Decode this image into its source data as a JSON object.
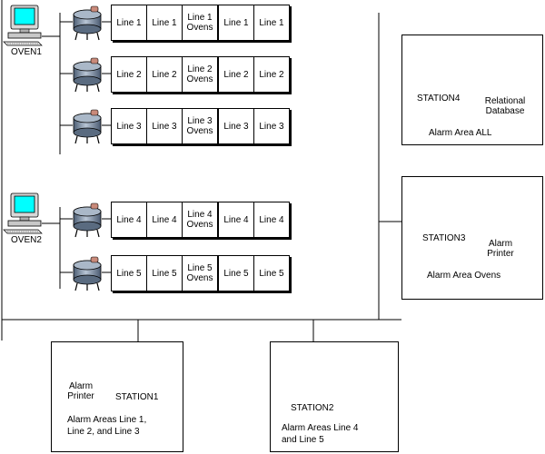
{
  "nodes": {
    "oven1": "OVEN1",
    "oven2": "OVEN2",
    "station4": "STATION4",
    "station3": "STATION3",
    "station1": "STATION1",
    "station2": "STATION2",
    "database": [
      "Relational",
      "Database"
    ],
    "printer": [
      "Alarm",
      "Printer"
    ]
  },
  "lines": [
    {
      "labels": [
        "Line 1",
        "Line 1",
        "Line 1 Ovens",
        "Line 1",
        "Line 1"
      ]
    },
    {
      "labels": [
        "Line 2",
        "Line 2",
        "Line 2 Ovens",
        "Line 2",
        "Line 2"
      ]
    },
    {
      "labels": [
        "Line 3",
        "Line 3",
        "Line 3 Ovens",
        "Line 3",
        "Line 3"
      ]
    },
    {
      "labels": [
        "Line 4",
        "Line 4",
        "Line 4 Ovens",
        "Line 4",
        "Line 4"
      ]
    },
    {
      "labels": [
        "Line 5",
        "Line 5",
        "Line 5 Ovens",
        "Line 5",
        "Line 5"
      ]
    }
  ],
  "alarm_areas": {
    "all": "Alarm Area ALL",
    "ovens": "Alarm Area Ovens",
    "lines_1_2_3": [
      "Alarm Areas Line 1,",
      "Line 2, and Line 3"
    ],
    "lines_4_5": [
      "Alarm Areas Line 4",
      "and Line 5"
    ]
  },
  "colors": {
    "screen": "#00ffff",
    "tank": "#7d8fa5",
    "tank_cap": "#c98a7a"
  }
}
